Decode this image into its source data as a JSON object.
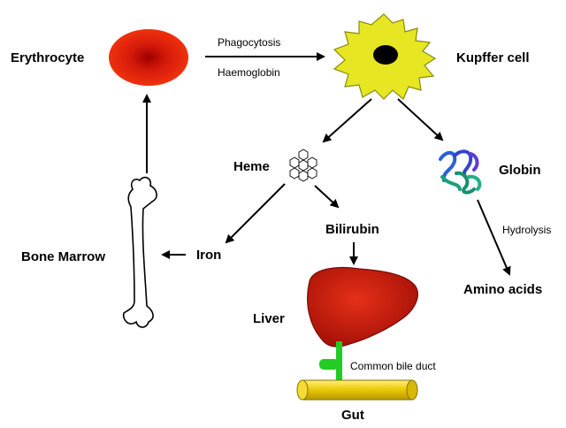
{
  "diagram": {
    "nodes": {
      "erythrocyte": "Erythrocyte",
      "kupffer": "Kupffer cell",
      "heme": "Heme",
      "globin": "Globin",
      "bilirubin": "Bilirubin",
      "iron": "Iron",
      "bone_marrow": "Bone Marrow",
      "amino_acids": "Amino acids",
      "liver": "Liver",
      "gut": "Gut"
    },
    "edge_labels": {
      "phagocytosis": "Phagocytosis",
      "haemoglobin": "Haemoglobin",
      "hydrolysis": "Hydrolysis",
      "common_bile_duct": "Common bile duct"
    },
    "colors": {
      "erythrocyte": "#e8200c",
      "erythrocyte_center": "#a50000",
      "kupffer": "#e6e622",
      "nucleus": "#000000",
      "liver": "#d8200e",
      "bile_duct": "#22cc22",
      "gut": "#e8c800",
      "globin_blue": "#2a5fd6",
      "globin_teal": "#1aa07a"
    }
  }
}
